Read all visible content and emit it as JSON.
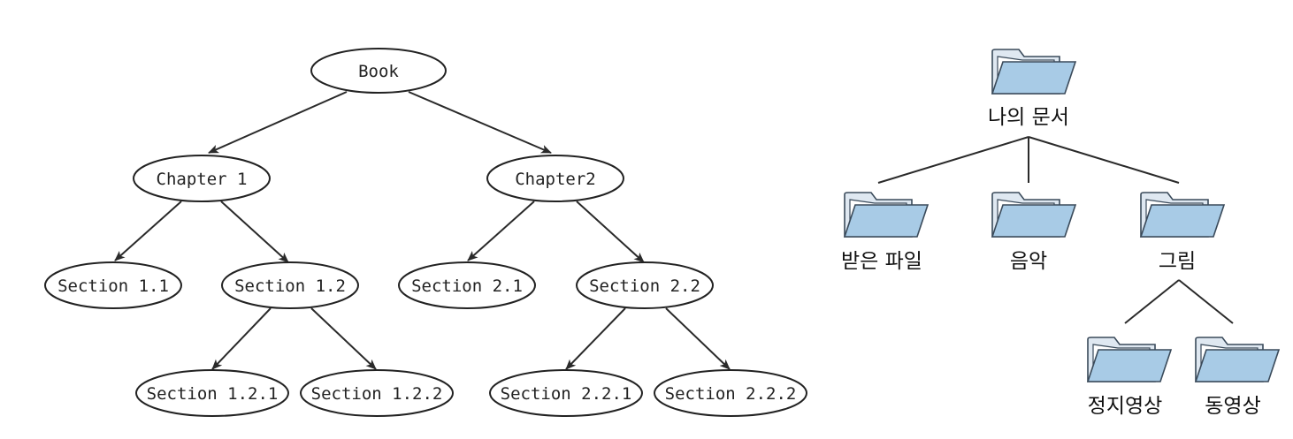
{
  "book_tree": {
    "root": "Book",
    "chapter1": "Chapter 1",
    "chapter2": "Chapter2",
    "section1_1": "Section 1.1",
    "section1_2": "Section 1.2",
    "section2_1": "Section 2.1",
    "section2_2": "Section 2.2",
    "section1_2_1": "Section 1.2.1",
    "section1_2_2": "Section 1.2.2",
    "section2_2_1": "Section 2.2.1",
    "section2_2_2": "Section 2.2.2"
  },
  "folder_tree": {
    "root": "나의 문서",
    "received_files": "받은 파일",
    "music": "음악",
    "pictures": "그림",
    "still_images": "정지영상",
    "videos": "동영상"
  },
  "colors": {
    "folder_front": "#a8cbe6",
    "folder_back": "#dfe8f1",
    "line": "#2a2a2a"
  }
}
